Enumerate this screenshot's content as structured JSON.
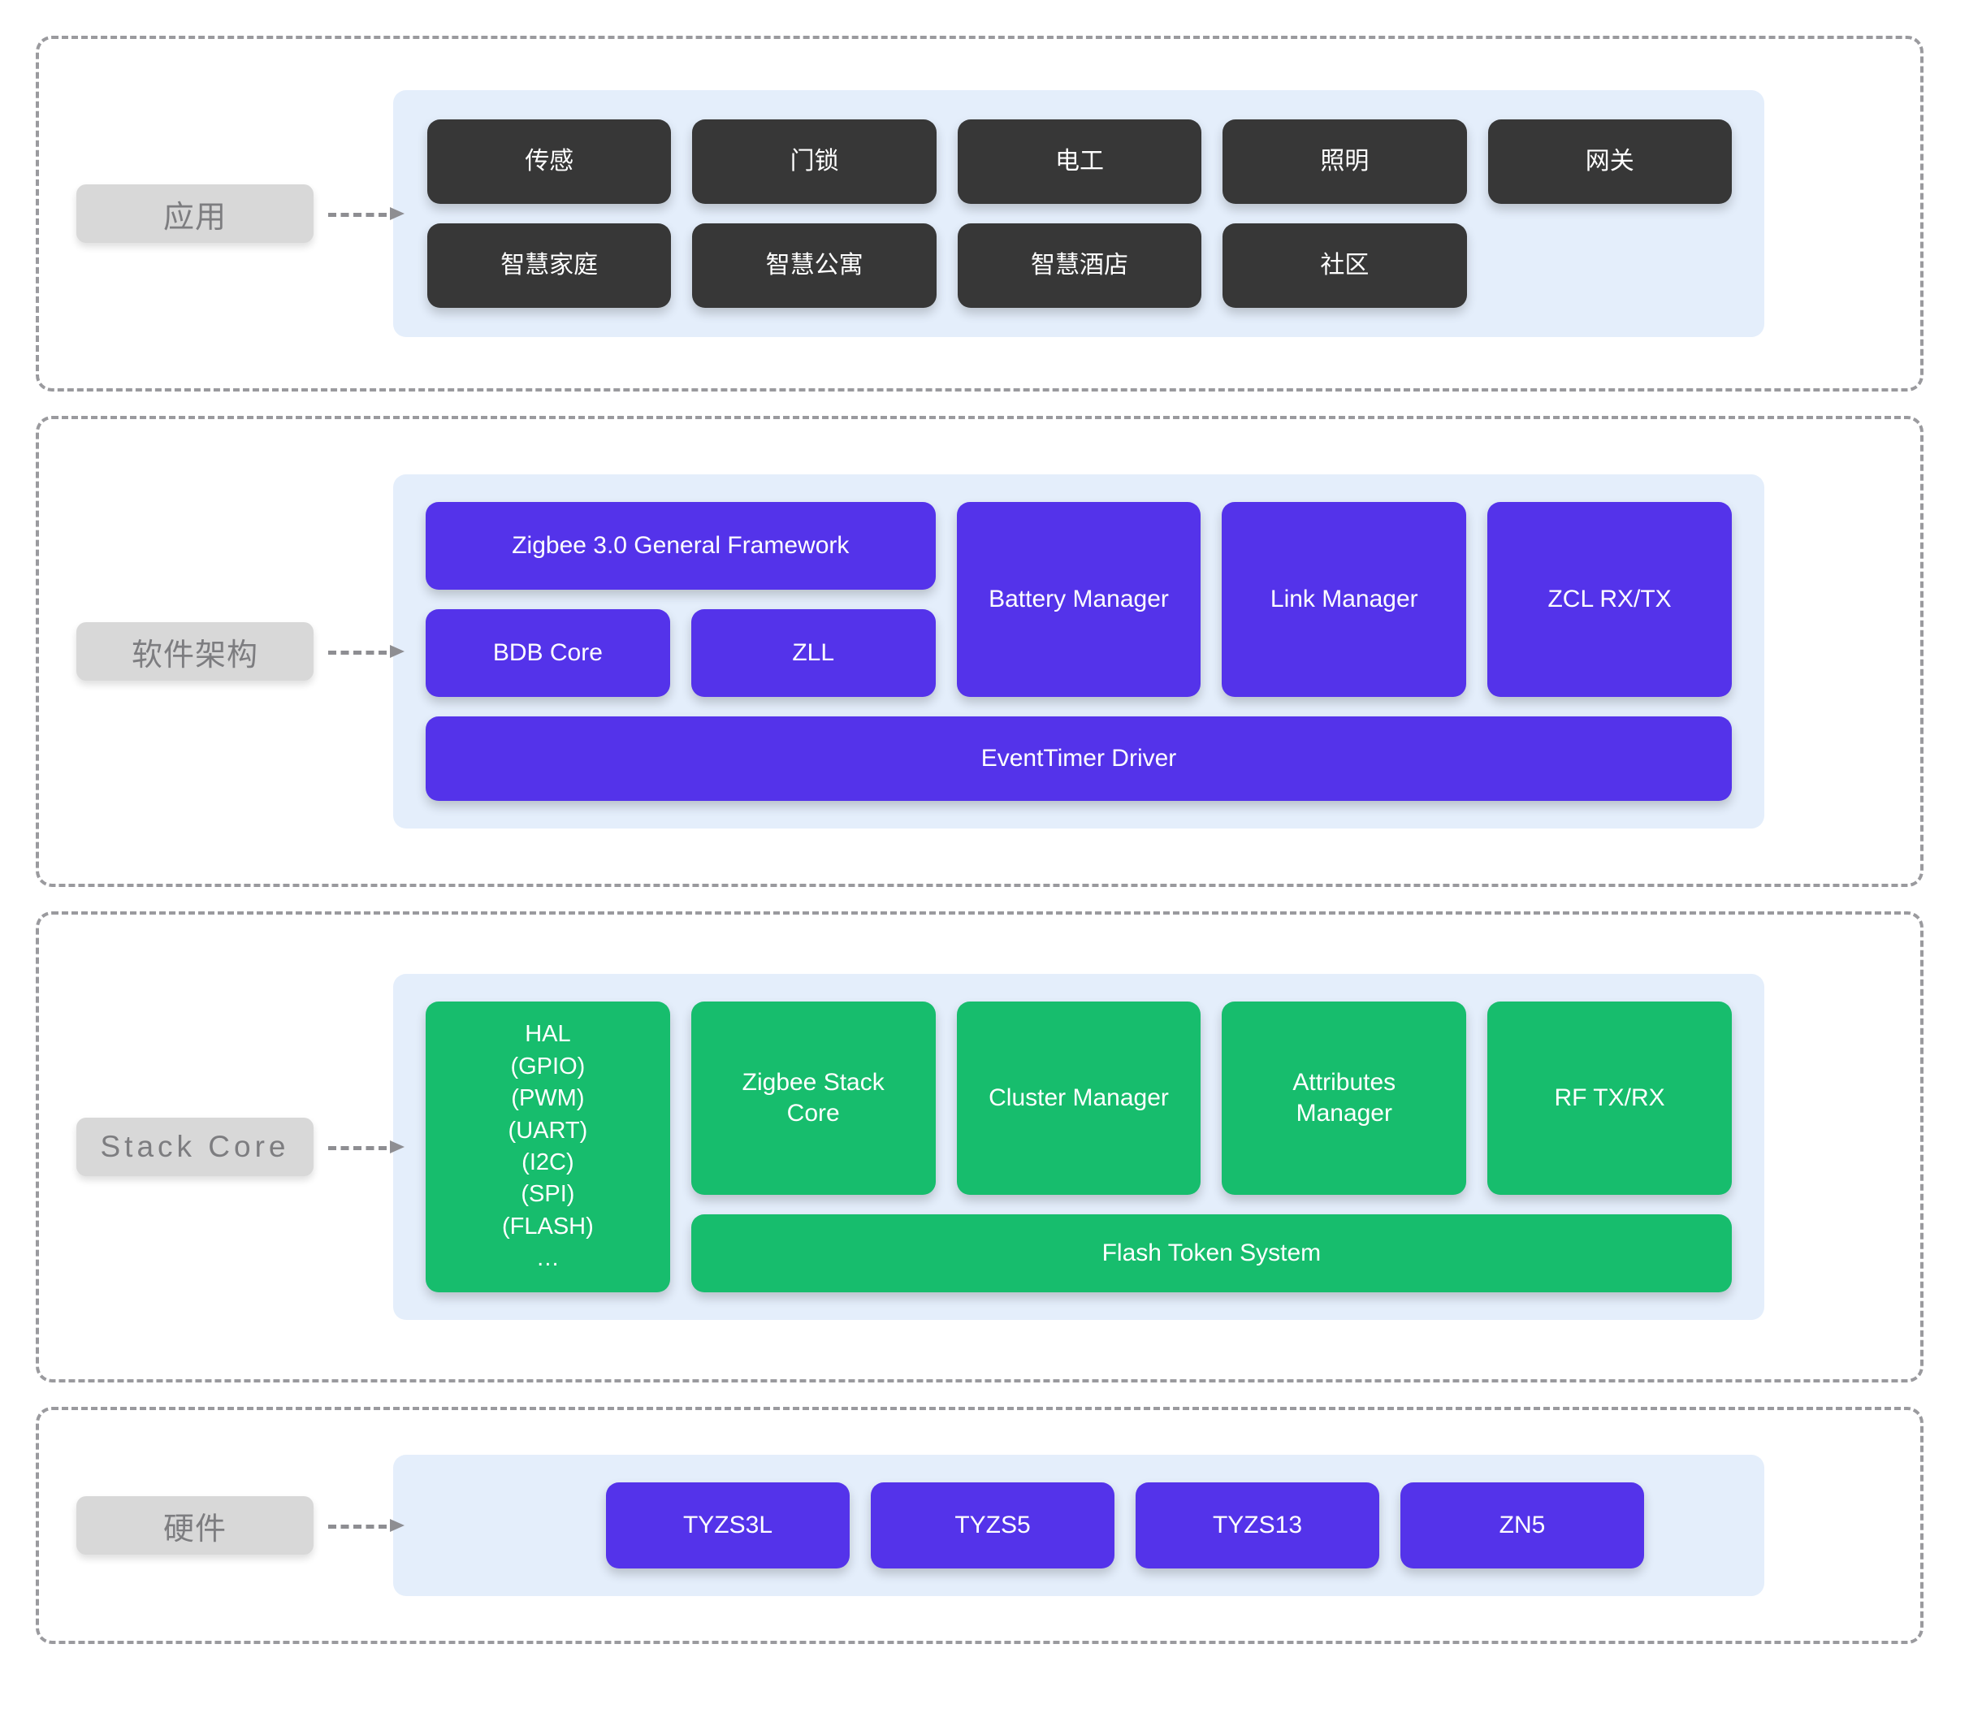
{
  "colors": {
    "accent_purple": "#5433EA",
    "accent_green": "#17BD6D",
    "dark_box": "#373737",
    "panel_bg": "#E4EEFB",
    "label_bg": "#D8D8D8",
    "label_text": "#7D7D80",
    "frame_dash": "#9A9A9E"
  },
  "layers": [
    {
      "key": "application",
      "label": "应用",
      "label_style": "cjk",
      "arrow": "dashed-arrow-right",
      "rows": [
        [
          "传感",
          "门锁",
          "电工",
          "照明",
          "网关"
        ],
        [
          "智慧家庭",
          "智慧公寓",
          "智慧酒店",
          "社区"
        ]
      ]
    },
    {
      "key": "software",
      "label": "软件架构",
      "label_style": "cjk",
      "arrow": "dashed-arrow-right",
      "nodes": {
        "framework": "Zigbee 3.0 General Framework",
        "bdb_core": "BDB Core",
        "zll": "ZLL",
        "battery_manager": "Battery Manager",
        "link_manager": "Link Manager",
        "zcl_rx_tx": "ZCL RX/TX",
        "event_timer_driver": "EventTimer Driver"
      }
    },
    {
      "key": "stack_core",
      "label": "Stack Core",
      "label_style": "latin",
      "arrow": "dashed-arrow-right",
      "nodes": {
        "hal": "HAL\n(GPIO)\n(PWM)\n(UART)\n(I2C)\n(SPI)\n(FLASH)\n…",
        "zigbee_stack_core": "Zigbee Stack\nCore",
        "cluster_manager": "Cluster Manager",
        "attributes_manager": "Attributes\nManager",
        "rf_tx_rx": "RF TX/RX",
        "flash_token_system": "Flash Token System"
      }
    },
    {
      "key": "hardware",
      "label": "硬件",
      "label_style": "cjk",
      "arrow": "dashed-arrow-right",
      "modules": [
        "TYZS3L",
        "TYZS5",
        "TYZS13",
        "ZN5"
      ]
    }
  ]
}
